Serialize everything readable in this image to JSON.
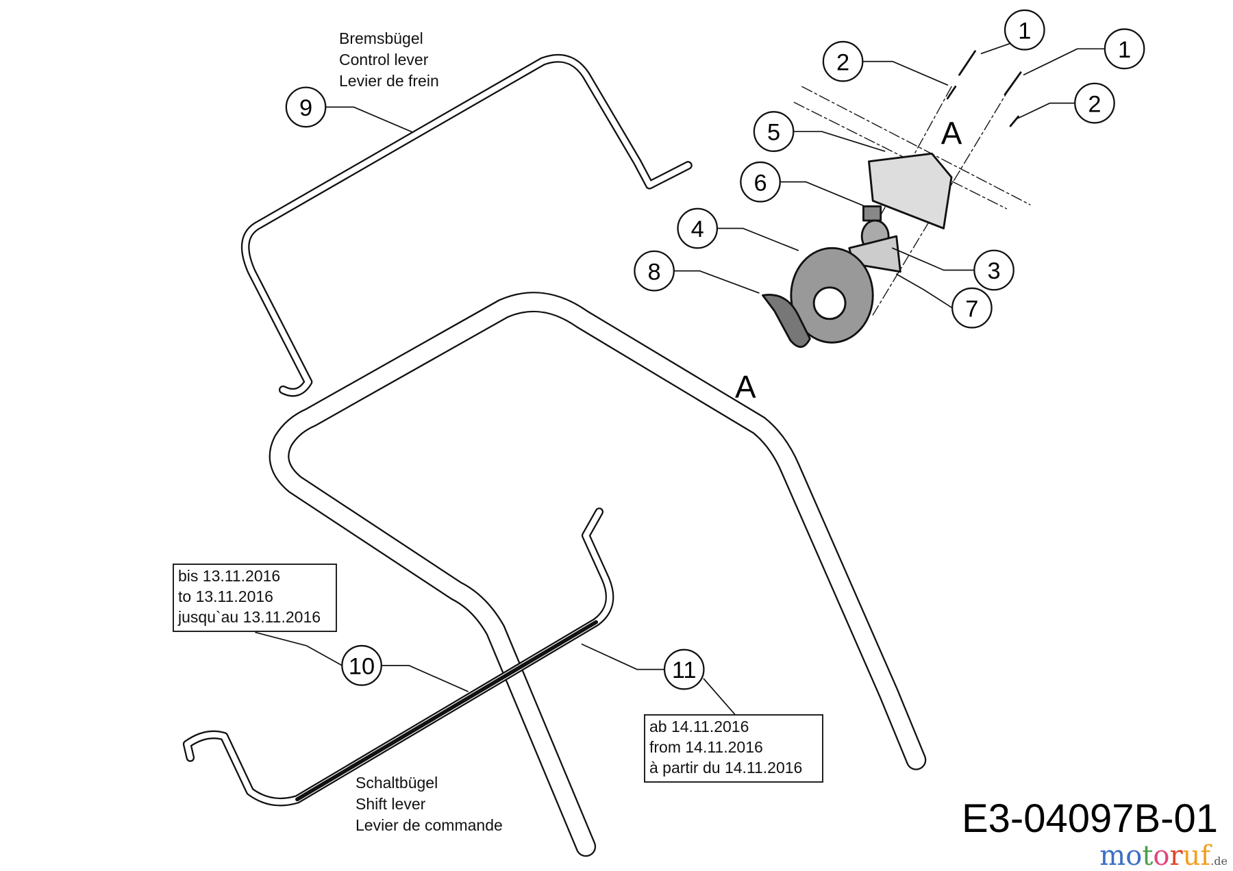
{
  "labels": {
    "control_lever": [
      "Bremsbügel",
      "Control lever",
      "Levier de frein"
    ],
    "shift_lever": [
      "Schaltbügel",
      "Shift lever",
      "Levier de commande"
    ],
    "until_box": [
      "bis 13.11.2016",
      "to 13.11.2016",
      "jusqu`au 13.11.2016"
    ],
    "from_box": [
      "ab 14.11.2016",
      "from 14.11.2016",
      "à partir du 14.11.2016"
    ],
    "detail_letter": "A",
    "drawing_code": "E3-04097B-01"
  },
  "callouts": [
    "1",
    "1",
    "2",
    "2",
    "5",
    "6",
    "4",
    "8",
    "3",
    "7",
    "9",
    "10",
    "11"
  ],
  "watermark": {
    "letters": [
      "m",
      "o",
      "t",
      "o",
      "r",
      "u",
      "f"
    ],
    "suffix": ".de",
    "colors": [
      "#3b6fc4",
      "#3b6fc4",
      "#4aa04a",
      "#e0457b",
      "#e0452b",
      "#f0a020",
      "#f0a020"
    ]
  }
}
